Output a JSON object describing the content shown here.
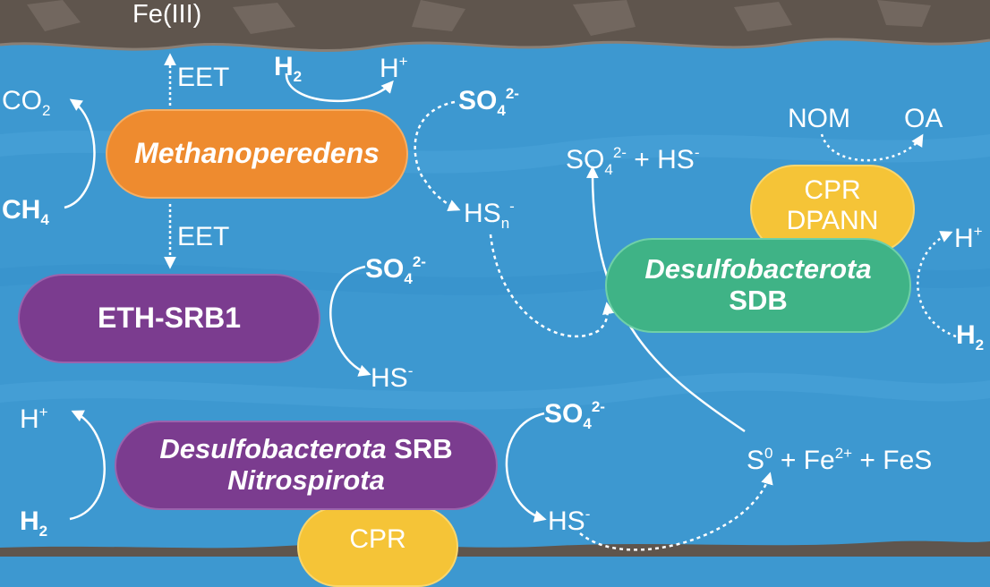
{
  "sediment": {
    "label": "Fe(III)"
  },
  "methanoperedens": {
    "name": "Methanoperedens",
    "eet_up": "EET",
    "eet_down": "EET",
    "h2": {
      "base": "H",
      "sub": "2"
    },
    "hplus": {
      "base": "H",
      "sup": "+"
    },
    "co2": {
      "base": "CO",
      "sub": "2"
    },
    "ch4": {
      "base": "CH",
      "sub": "4"
    },
    "so4": {
      "base": "SO",
      "sub": "4",
      "sup": "2-"
    },
    "hsn": {
      "base": "HS",
      "sub": "n",
      "sup": "-"
    }
  },
  "eth_srb1": {
    "name": "ETH-SRB1",
    "so4": {
      "base": "SO",
      "sub": "4",
      "sup": "2-"
    },
    "hs": {
      "base": "HS",
      "sup": "-"
    }
  },
  "srb_group": {
    "line1_italic": "Desulfobacterota",
    "line1_plain": " SRB",
    "line2": "Nitrospirota",
    "hplus": {
      "base": "H",
      "sup": "+"
    },
    "h2": {
      "base": "H",
      "sub": "2"
    },
    "so4": {
      "base": "SO",
      "sub": "4",
      "sup": "2-"
    },
    "hs": {
      "base": "HS",
      "sup": "-"
    },
    "cpr": "CPR"
  },
  "sdb": {
    "line1": "Desulfobacterota",
    "line2": "SDB",
    "cpr_line1": "CPR",
    "cpr_line2": "DPANN",
    "nom": "NOM",
    "oa": "OA",
    "so4_hs": {
      "so_base": "SO",
      "so_sub": "4",
      "so_sup": "2-",
      "plus": " + HS",
      "hs_sup": "-"
    },
    "hplus": {
      "base": "H",
      "sup": "+"
    },
    "h2": {
      "base": "H",
      "sub": "2"
    }
  },
  "precipitate": {
    "s": "S",
    "s_sup": "0",
    "mid": " + Fe",
    "fe_sup": "2+",
    "end": " + FeS"
  },
  "colors": {
    "water": "#3d98d0",
    "sediment": "#5f554d",
    "methanoperedens": "#ee8b2f",
    "purple_group": "#7b3c8f",
    "cpr": "#f5c437",
    "sdb": "#3fb386",
    "text": "#ffffff"
  }
}
